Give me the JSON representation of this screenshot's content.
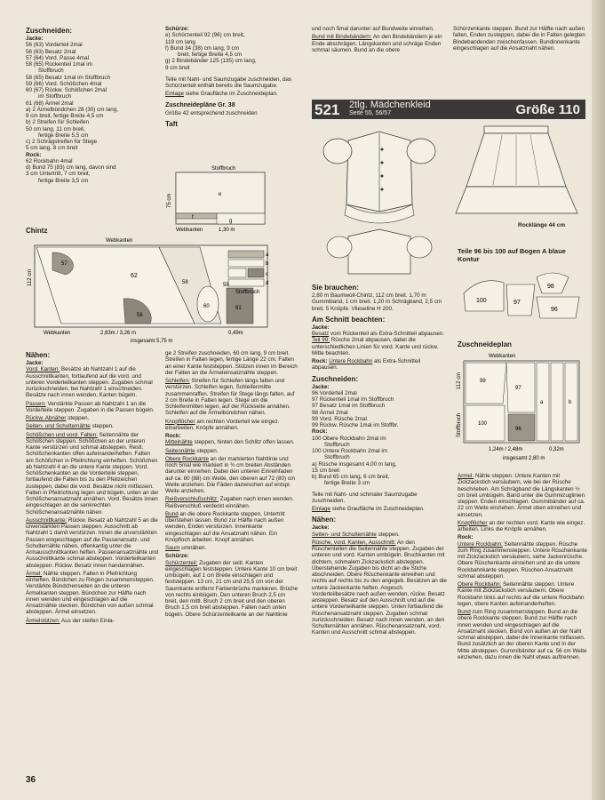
{
  "page_number": "36",
  "col1_top": {
    "heading": "Zuschneiden:",
    "jacke_label": "Jacke:",
    "jacke_items": [
      "56 (63) Vorderteil 2mal",
      "56 (63) Besatz 2mal",
      "57 (64) Vord. Passe 4mal",
      "58 (65) Rückenteil 1mal im",
      "Stoffbruch",
      "58 (65) Besatz 1mal im Stoffbruch",
      "59 (66) Vord. Schößchen 4mal",
      "60 (67) Rückw. Schößchen 2mal",
      "im Stoffbruch",
      "61 (68) Ärmel 2mal",
      "a) 2 Ärmelbündchen 28 (30) cm lang,",
      "9 cm breit, fertige Breite 4,5 cm",
      "b) 2 Streifen für Schleifen",
      "50 cm lang, 11 cm breit,",
      "fertige Breite 5,5 cm",
      "c) 2 Schrägstreifen für Stege",
      "5 cm lang, 8 cm breit"
    ],
    "rock_label": "Rock:",
    "rock_items": [
      "62 Rockbahn 4mal",
      "d) Bund 75 (83) cm lang, davon sind",
      "3 cm Untertritt, 7 cm breit,",
      "fertige Breite 3,5 cm"
    ]
  },
  "col2_top": {
    "schuerze_label": "Schürze:",
    "schuerze_items": [
      "e) Schürzenteil 92 (96) cm breit,",
      "119 cm lang",
      "f) Bund 34 (38) cm lang, 9 cm",
      "breit, fertige Breite 4,5 cm",
      "g) 2 Bindebänder 125 (135) cm lang,",
      "9 cm breit"
    ],
    "note": "Teile mit Naht- und Saumzugabe zuschneiden, das Schürzenteil enthält bereits die Saumzugabe.",
    "note2_u": "Einlage",
    "note2": " siehe Graufläche im Zuschneideplan.",
    "plan_heading": "Zuschneidepläne Gr. 38",
    "plan_sub": "Größe 42 entsprechend zuschneiden",
    "taft_label": "Taft",
    "chintz_label": "Chintz"
  },
  "diagram_taft": {
    "stoffbruch": "Stoffbruch",
    "height": "75 cm",
    "webkanten": "Webkanten",
    "width": "1,30 m",
    "e": "e",
    "f": "f",
    "g": "g"
  },
  "diagram_chintz": {
    "webkanten_top": "Webkanten",
    "stoffbruch": "Stoffbruch",
    "h": "112 cm",
    "webkanten_bottom": "Webkanten",
    "w1": "2,83m / 3,26 m",
    "w2": "0,49m",
    "total": "insgesamt 5,75 m",
    "p56": "56",
    "p57": "57",
    "p58": "58",
    "p59": "59",
    "p60": "60",
    "p61": "61",
    "p62": "62",
    "pa": "a",
    "pb": "b",
    "pc": "c",
    "pd": "d"
  },
  "naehen": {
    "heading": "Nähen:",
    "jacke": "Jacke:",
    "paras1": [
      {
        "u": "Vord. Kanten:",
        "t": " Besätze ab Nahtzahl 1 auf die Ausschnittkanten, fortlaufend auf die vord. und unteren Vorderteilkanten steppen. Zugaben schmal zurückschneiden, bei Nahtzahl 1 einschneiden. Besätze nach innen wenden, Kanten bügeln."
      },
      {
        "u": "Passen:",
        "t": " Verstärkte Passen ab Nahtzahl 1 an die Vorderteile steppen. Zugaben in die Passen bügeln."
      },
      {
        "u": "Rückw. Abnäher",
        "t": " steppen."
      },
      {
        "u": "Seiten- und Schulternähte",
        "t": " steppen."
      },
      {
        "u": "Schößchen und vord. Falten:",
        "t": " Seitennähte der Schößchen steppen. Schößchen an der unteren Kante verstürzen und schmal absteppen. Restl. Schößchenkanten offen aufeinanderheften. Falten am Schößchen in Pfeilrichtung einheften. Schößchen ab Nahtzahl 4 an die untere Kante steppen. Vord. Schößchenkanten an die Vorderteile steppen, fortlaufend die Falten bis zu den Pfeilzeichen zusteppen, dabei die vord. Besätze nicht mitfassen. Falten in Pfeilrichtung legen und bügeln, unten an der Schößchenansatznaht annähen. Vord. Besätze innen eingeschlagen an die senkrechten Schößchenansatznähte nähen."
      },
      {
        "u": "Ausschnittkante:",
        "t": " Rückw. Besatz ab Nahtzahl 5 an die unverstärkten Passen steppen. Ausschnitt ab Nahtzahl 1 damit verstürzen. Innen die unverstärkten Passen eingeschlagen auf die Passenansatz- und Schulternähte nähen, offenkantig unter die Armausschnittkanten heften. Passenansatznähte und Ausschnittkante schmal absteppen. Vorderteilkanten absteppen. Rückw. Besatz innen handannähen."
      },
      {
        "u": "Ärmel:",
        "t": " Nähte steppen. Falten in Pfeilrichtung einheften. Bündchen zu Ringen zusammensteppen. Verstärkte Bündchenseiten an die unteren Ärmelkanten steppen. Bündchen zur Hälfte nach innen wenden und eingeschlagen auf die Ansatznähte stecken. Bündchen von außen schmal absteppen. Ärmel einsetzen."
      },
      {
        "u": "Ärmelstützen:",
        "t": " Aus der steifen Einla-"
      }
    ]
  },
  "col2_bottom": [
    {
      "u": "",
      "t": "ge 2 Streifen zuschneiden, 60 cm lang, 9 cm breit. Streifen in Falten legen, fertige Länge 22 cm. Falten an einer Kante feststeppen. Stützen innen im Bereich der Falten an die Ärmeleinsatznähte steppen."
    },
    {
      "u": "Schleifen:",
      "t": " Streifen für Schleifen längs falten und verstürzen. Schleifen legen, Schleifenmitte zusammenraffen. Streifen für Stege längs falten, auf 2 cm Breite in Falten legen. Stege um die Schleifenmitten legen, auf der Rückseite annähen. Schleifen auf die Ärmelbündchen nähen."
    },
    {
      "u": "Knopflöcher",
      "t": " am rechten Vorderteil wie eingez. einarbeiten, Knöpfe annähen."
    },
    {
      "b": "Rock:"
    },
    {
      "u": "Mittelnähte",
      "t": " steppen, hinten den Schlitz offen lassen."
    },
    {
      "u": "Seitennähte",
      "t": " steppen."
    },
    {
      "u": "Obere Rockkante",
      "t": " an der markierten Nahtlinie und noch 5mal wie markiert in ¾ cm breiten Abständen darunter einreihen. Dabei den unteren Einreihfaden auf ca. 80 (88) cm Weite, den oberen auf 72 (80) cm Weite anziehen. Die Fäden dazwischen auf entspr. Weite anziehen."
    },
    {
      "u": "Reißverschlußschlitz:",
      "t": " Zugaben nach innen wenden. Reißverschluß verdeckt einnähen."
    },
    {
      "u": "Bund",
      "t": " an die obere Rockkante steppen, Untertritt überstehen lassen. Bund zur Hälfte nach außen wenden, Enden verstürzen. Innenkante eingeschlagen auf die Ansatznaht nähen. Ein Knopfloch arbeiten. Knopf annähen."
    },
    {
      "u": "Saum",
      "t": " umnähen."
    },
    {
      "b": "Schürze:"
    },
    {
      "u": "Schürzenteil:",
      "t": " Zugaben der seitl. Kanten eingeschlagen feststeppen. Untere Kante 10 cm breit umbügeln, auf 1 cm Breite einschlagen und feststeppen. 13 cm, 21 cm und 25,5 cm von der Saumkante entfernt Farbenbrüche markieren. Brüche von rechts einbügeln. Den unteren Bruch 2,5 cm breit, den mittl. Bruch 2 cm breit und den oberen Bruch 1,5 cm breit absteppen. Falten nach unten bügeln. Obere Schürzenteilkante an der Nahtlinie"
    }
  ],
  "col3_top": {
    "text1": "und noch 5mal darunter auf Bundweite einreihen.",
    "u1": "Bund mit Bindebändern:",
    "t1": " An den Bindebändern je ein Ende abschrägen. Längskanten und schräge Enden schmal säumen. Bund an die obere"
  },
  "col4_top": {
    "text": "Schürzenkante steppen. Bund zur Hälfte nach außen falten, Enden zusteppen, dabei die in Falten gelegten Bindebandenden zwischenfassen. Bundinnenkante eingeschlagen auf die Ansatznaht nähen."
  },
  "model": {
    "number": "521",
    "title": "2tlg. Mädchenkleid",
    "pages": "Seite 55, 56/57",
    "size": "Größe 110"
  },
  "rocklaenge": "Rocklänge 44 cm",
  "teile_note": "Teile 96 bis 100 auf Bogen A blaue Kontur",
  "zuschneideplan_label": "Zuschneideplan",
  "diagram_plan2": {
    "webkanten": "Webkanten",
    "stoffbruch": "Stoffbruch",
    "h": "112 cm",
    "w1": "1,24m / 2,48m",
    "w2": "0,32m",
    "total": "insgesamt 2,80 m",
    "p96": "96",
    "p97": "97",
    "p98": "98",
    "p99": "99",
    "p100": "100",
    "pa": "a",
    "pb": "b"
  },
  "col3": {
    "brauchen_heading": "Sie brauchen:",
    "brauchen_text": "2,80 m Baumwoll-Chintz, 112 cm breit. 1,70 m Gummiband, 1 cm breit. 1,20 m Schrägband, 2,5 cm breit. 5 Knöpfe. Vlieseline H 200.",
    "schnitt_heading": "Am Schnitt beachten:",
    "schnitt_jacke": "Jacke:",
    "schnitt_p1u": "Besatz",
    "schnitt_p1": " vom Rückenteil als Extra-Schnitteil abpausen.",
    "schnitt_p2u": "Teil 99:",
    "schnitt_p2": " Rüsche 2mal abpausen, dabei die unterschiedlichen Linien für vord. Kante und rückw. Mitte beachten.",
    "schnitt_rock": "Rock:",
    "schnitt_p3u": "Untere Rockbahn",
    "schnitt_p3": " als Extra-Schnitteil abpausen.",
    "zusch_heading": "Zuschneiden:",
    "zusch_jacke": "Jacke:",
    "zusch_items": [
      "96 Vorderteil 2mal",
      "97 Rückenteil 1mal im Stoffbruch",
      "97 Besatz 1mal im Stoffbruch",
      "98 Ärmel 2mal",
      "99 Vord. Rüsche 2mal",
      "99 Rückw. Rüsche 1mal im Stoffbr."
    ],
    "zusch_rock": "Rock:",
    "zusch_rock_items": [
      "100 Obere Rockbahn 2mal im",
      "Stoffbruch",
      "100 Untere Rockbahn 2mal im",
      "Stoffbruch",
      "a) Rüsche insgesamt 4,00 m lang,",
      "15 cm breit",
      "b) Bund 65 cm lang, 6 cm breit,",
      "fertige Breite 3 cm"
    ],
    "zusch_note": "Teile mit Naht- und schmaler Saumzugabe zuschneiden.",
    "zusch_note2u": "Einlage",
    "zusch_note2": " siehe Graufläche im Zuschneideplan.",
    "naehen_heading": "Nähen:",
    "naehen_jacke": "Jacke:",
    "naehen_paras": [
      {
        "u": "Seiten- und Schulternähte",
        "t": " steppen."
      },
      {
        "u": "Rüsche, vord. Kanten, Ausschnitt:",
        "t": " An den Rüschenteilen die Seitennähte steppen. Zugaben der unteren und vord. Kanten umbügeln. Bruchkanten mit dichtem, schmalem Zickzackstich absteppen. Überstehende Zugaben bis dicht an die Stiche abschneiden. Obere Rüschenkante einreihen und rechts auf rechts bis zu den angegeb. Besätzen an die untere Jackenkante heften. Angesch. Vorderteilbesätze nach außen wenden, rückw. Besatz ansteppen. Besatz auf den Ausschnitt und auf die untere Vorderteilkante steppen. Unten fortlaufend die Rüschenansatznaht steppen. Zugaben schmal zurückschneiden. Besatz nach innen wenden, an den Schulternähten annähen. Rüschenansatznaht, vord. Kanten und Ausschnitt schmal absteppen."
      }
    ]
  },
  "col4": {
    "paras": [
      {
        "u": "Ärmel:",
        "t": " Nähte steppen. Untere Kanten mit Zickzackstich versäubern, wie bei der Rüsche beschrieben. Am Schrägband die Längskanten ½ cm breit umbügeln. Band unter die Gummizuglinien steppen. Enden einschlagen. Gummibänder auf ca. 22 cm Weite einziehen. Ärmel oben einreihen und einsetzen."
      },
      {
        "u": "Knopflöcher",
        "t": " an der rechten vord. Kante wie eingez. arbeiten. Links die Knöpfe annähen."
      },
      {
        "b": "Rock:"
      },
      {
        "u": "Untere Rockbahn:",
        "t": " Seitennähte steppen. Rüsche zum Ring zusammensteppen. Untere Rüschenkante mit Zickzackstich versäubern, siehe Jackenrüsche. Obere Rüschenkante einreihen und an die untere Rockbahnkante steppen. Rüschen-Ansatznaht schmal absteppen."
      },
      {
        "u": "Obere Rockbahn:",
        "t": " Seitennähte steppen. Untere Kante mit Zickzackstich versäubern. Obere Rockbahn links auf rechts auf die untere Rockbahn legen, obere Kanten aufeinanderheften."
      },
      {
        "u": "Bund",
        "t": " zum Ring zusammensteppen. Bund an die obere Rockkante steppen. Bund zur Hälfte nach innen wenden und eingeschlagen auf die Ansatznaht stecken. Bund von außen an der Naht schmal absteppen, dabei die Innenkante mitfassen. Bund zusätzlich an der oberen Kante und in der Mitte absteppen. Gummibänder auf ca. 56 cm Weite einziehen, dazu innen die Naht etwas auftrennen."
      }
    ]
  }
}
